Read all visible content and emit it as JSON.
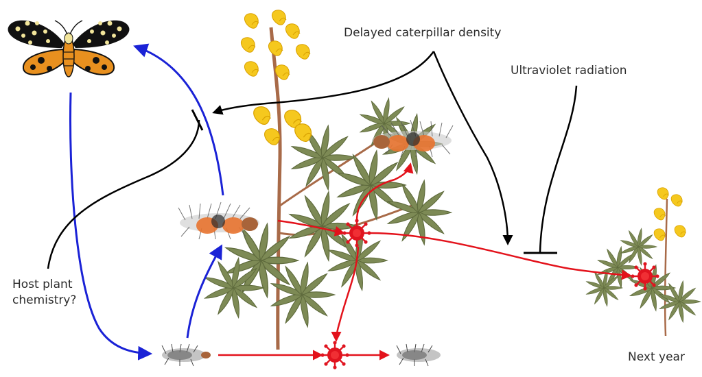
{
  "labels": {
    "delayed": "Delayed caterpillar density",
    "uv": "Ultraviolet radiation",
    "host_line1": "Host plant",
    "host_line2": "chemistry?",
    "next_year": "Next year"
  },
  "colors": {
    "blue_arrow": "#1a22d6",
    "red_arrow": "#e3121b",
    "black_arrow": "#000000",
    "virus": "#e0141f",
    "leaf": "#7d8a55",
    "leaf_dark": "#5f6b3d",
    "flower": "#f5c81e",
    "flower_dark": "#d8a000",
    "stem": "#a86a48",
    "moth_orange": "#e8901f",
    "moth_black": "#111111",
    "moth_spot": "#f2e59a",
    "caterpillar_orange": "#e8732f",
    "caterpillar_gray": "#8a8a8a"
  },
  "icons": [
    "moth-icon",
    "lupine-plant-icon",
    "caterpillar-icon",
    "virus-icon",
    "small-lupine-icon"
  ]
}
